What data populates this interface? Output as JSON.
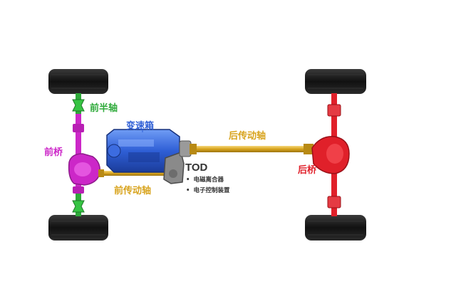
{
  "labels": {
    "front_half_shaft": "前半轴",
    "gearbox": "变速箱",
    "rear_drive_shaft": "后传动轴",
    "front_axle": "前桥",
    "front_drive_shaft": "前传动轴",
    "rear_axle": "后桥"
  },
  "tod": {
    "title": "TOD",
    "items": [
      "电磁离合器",
      "电子控制装置"
    ]
  },
  "colors": {
    "front_half_shaft": "#2eaa3a",
    "gearbox": "#2f5fd6",
    "drive_shaft": "#d8a31c",
    "front_axle": "#cc27c8",
    "rear_axle": "#e0202a",
    "tire": "#151515"
  }
}
